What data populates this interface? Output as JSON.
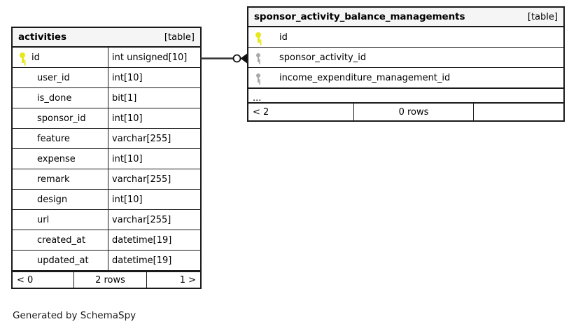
{
  "diagram": {
    "type": "entity-relationship-diagram",
    "generator_caption": "Generated by SchemaSpy",
    "background_color": "#ffffff",
    "border_color": "#1a1a1a",
    "header_background": "#f5f5f5",
    "primary_key_color": "#e8e81e",
    "foreign_key_color": "#a8a8a8"
  },
  "tables": [
    {
      "name": "activities",
      "tag": "[table]",
      "columns": [
        {
          "key": "primary",
          "name": "id",
          "type": "int unsigned[10]"
        },
        {
          "key": "none",
          "name": "user_id",
          "type": "int[10]"
        },
        {
          "key": "none",
          "name": "is_done",
          "type": "bit[1]"
        },
        {
          "key": "none",
          "name": "sponsor_id",
          "type": "int[10]"
        },
        {
          "key": "none",
          "name": "feature",
          "type": "varchar[255]"
        },
        {
          "key": "none",
          "name": "expense",
          "type": "int[10]"
        },
        {
          "key": "none",
          "name": "remark",
          "type": "varchar[255]"
        },
        {
          "key": "none",
          "name": "design",
          "type": "int[10]"
        },
        {
          "key": "none",
          "name": "url",
          "type": "varchar[255]"
        },
        {
          "key": "none",
          "name": "created_at",
          "type": "datetime[19]"
        },
        {
          "key": "none",
          "name": "updated_at",
          "type": "datetime[19]"
        }
      ],
      "has_more_row": false,
      "footer": {
        "left": "< 0",
        "center": "2 rows",
        "right": "1 >"
      }
    },
    {
      "name": "sponsor_activity_balance_managements",
      "tag": "[table]",
      "columns": [
        {
          "key": "primary",
          "name": "id",
          "type": ""
        },
        {
          "key": "foreign",
          "name": "sponsor_activity_id",
          "type": ""
        },
        {
          "key": "foreign",
          "name": "income_expenditure_management_id",
          "type": ""
        }
      ],
      "has_more_row": true,
      "more_label": "...",
      "footer": {
        "left": "< 2",
        "center": "0 rows",
        "right": ""
      }
    }
  ],
  "relationship": {
    "from_table": "activities",
    "from_column": "id",
    "to_table": "sponsor_activity_balance_managements",
    "to_column": "sponsor_activity_id",
    "notation": "crows-foot-zero-or-many"
  }
}
